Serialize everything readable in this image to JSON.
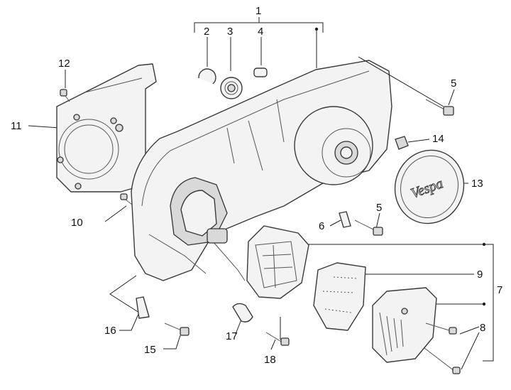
{
  "callouts": {
    "c1": "1",
    "c2": "2",
    "c3": "3",
    "c4": "4",
    "c5a": "5",
    "c5b": "5",
    "c6": "6",
    "c7": "7",
    "c8": "8",
    "c9": "9",
    "c10": "10",
    "c11": "11",
    "c12": "12",
    "c13": "13",
    "c14": "14",
    "c15": "15",
    "c16": "16",
    "c17": "17",
    "c18": "18"
  },
  "cover_logo": "Vespa"
}
